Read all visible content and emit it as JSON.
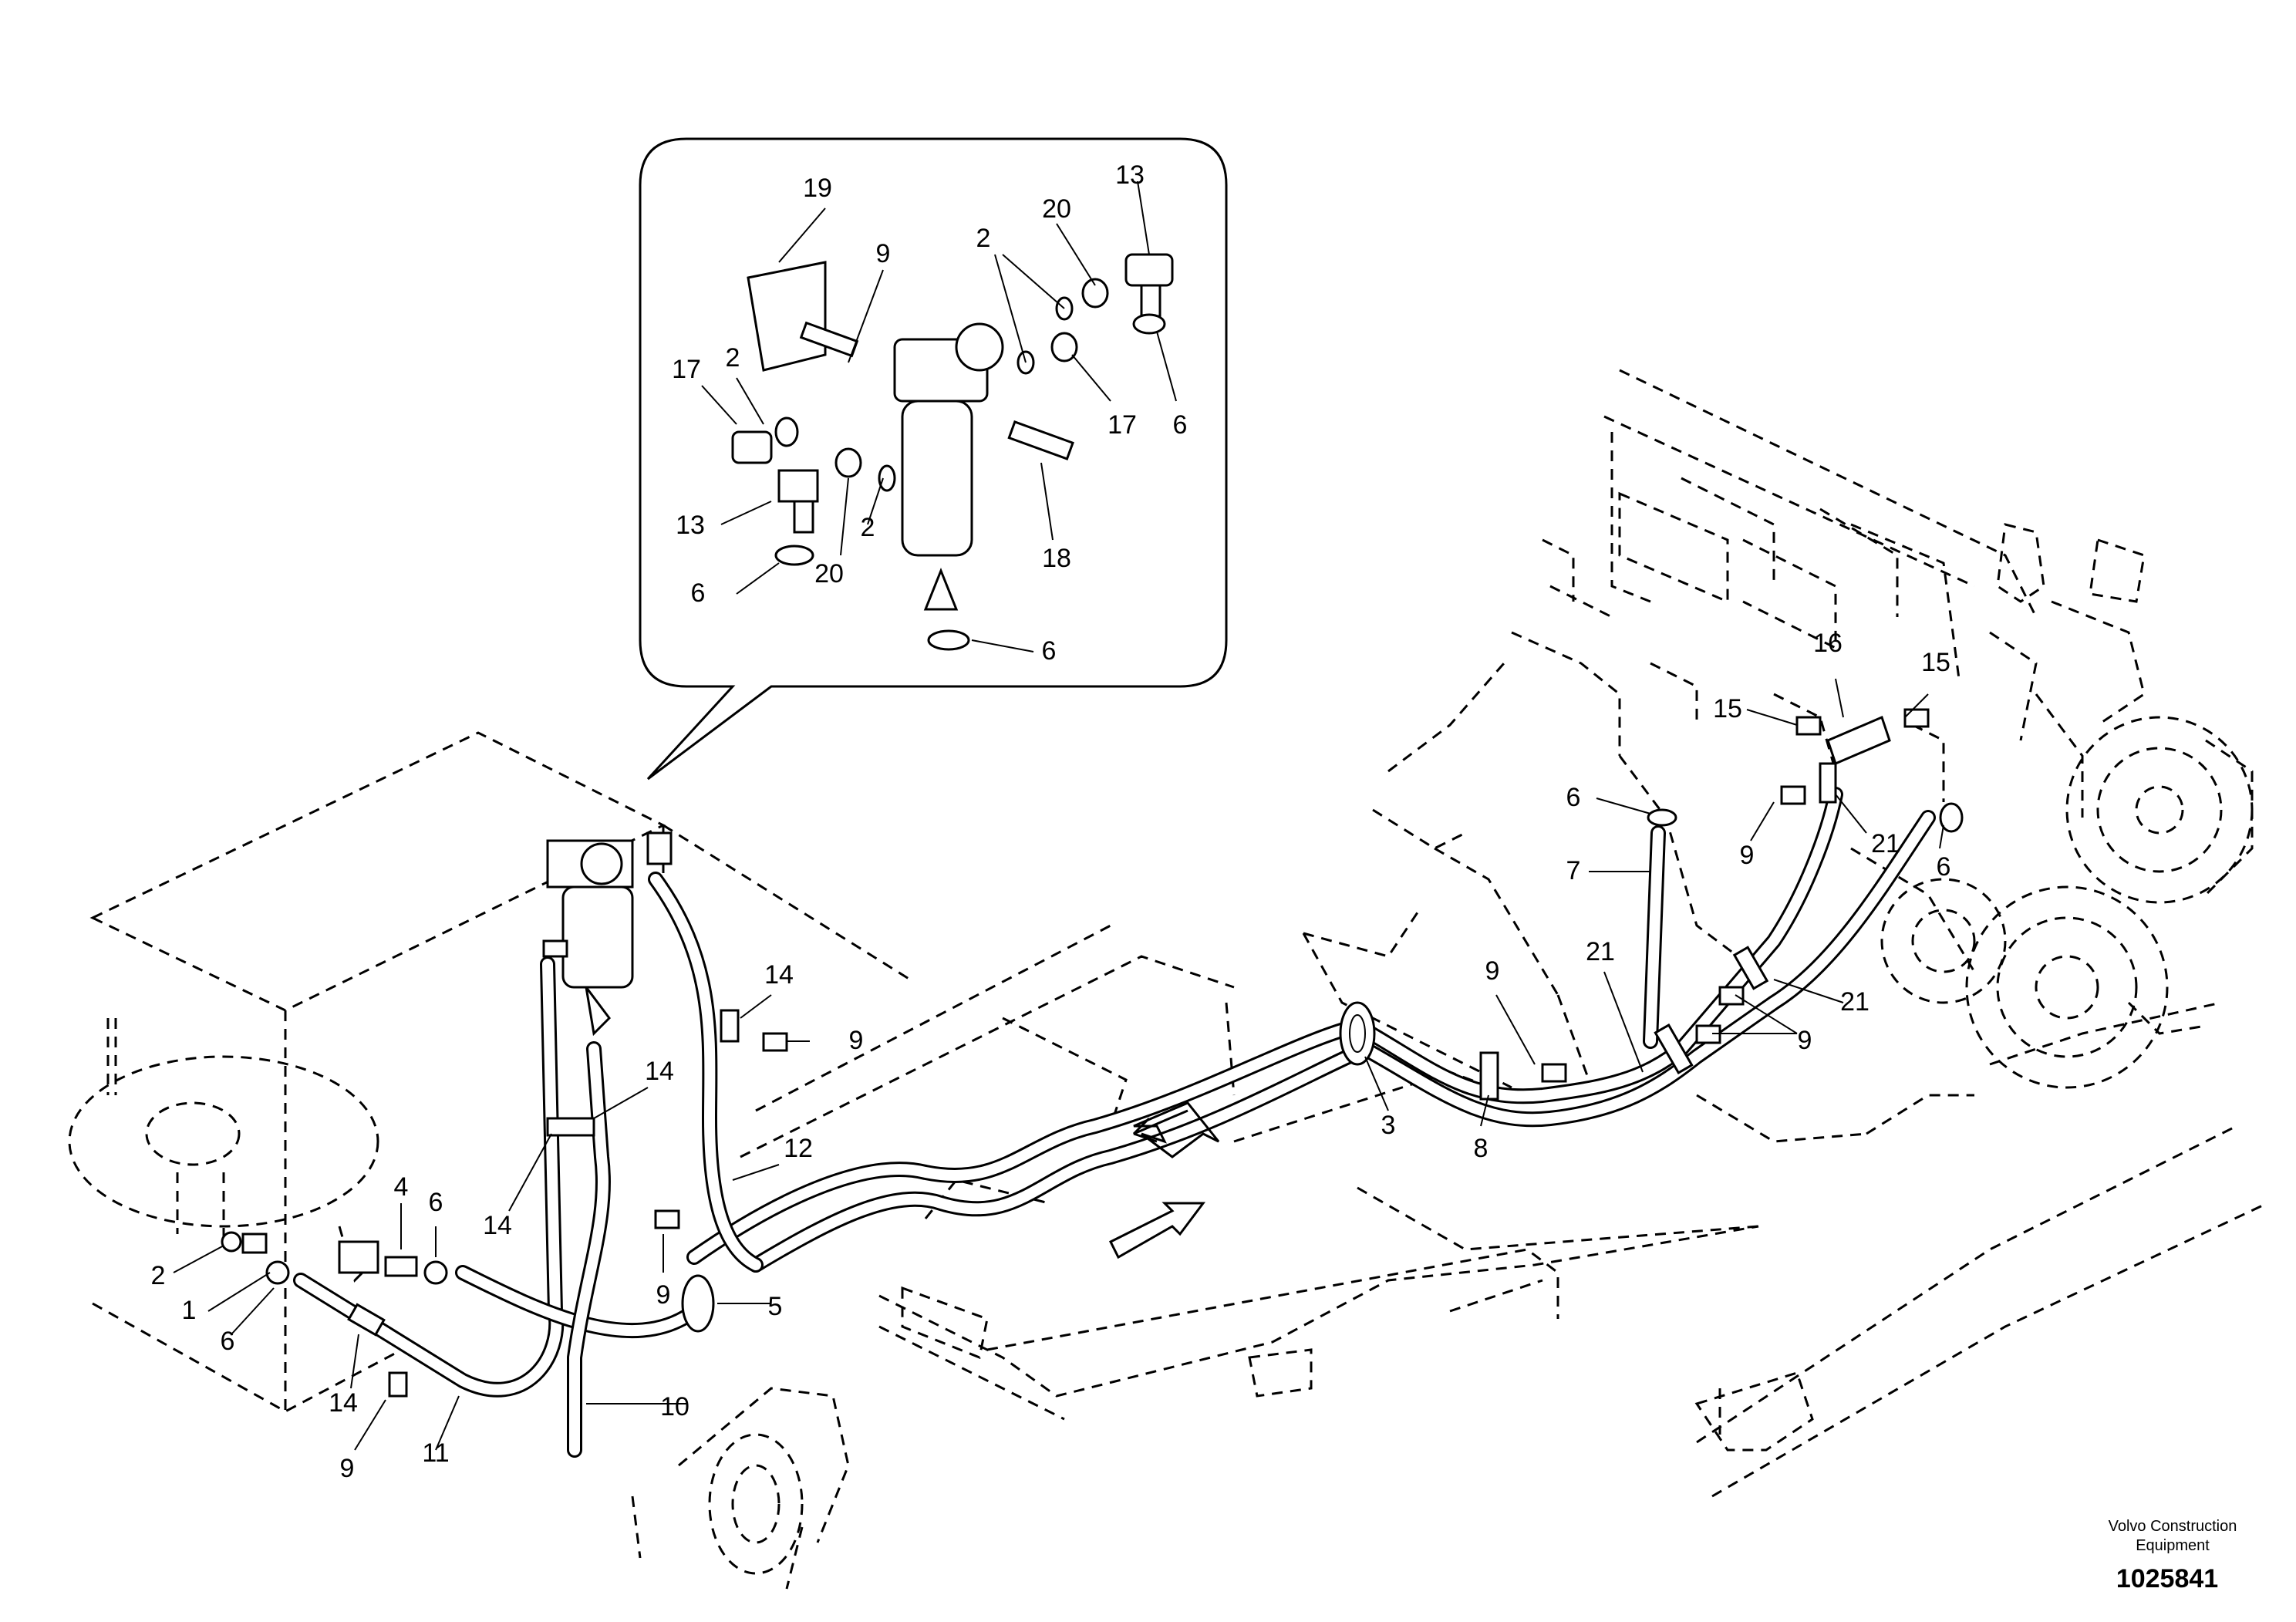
{
  "document": {
    "publisher": "Volvo Construction Equipment",
    "publisher_line1": "Volvo Construction",
    "publisher_line2": "Equipment",
    "figure_number": "1025841"
  },
  "detail_callouts": [
    {
      "id": "d19",
      "text": "19"
    },
    {
      "id": "d9",
      "text": "9"
    },
    {
      "id": "d2a",
      "text": "2"
    },
    {
      "id": "d17a",
      "text": "17"
    },
    {
      "id": "d13a",
      "text": "13"
    },
    {
      "id": "d6a",
      "text": "6"
    },
    {
      "id": "d20a",
      "text": "20"
    },
    {
      "id": "d2b",
      "text": "2"
    },
    {
      "id": "d2c",
      "text": "2"
    },
    {
      "id": "d20b",
      "text": "20"
    },
    {
      "id": "d13b",
      "text": "13"
    },
    {
      "id": "d17b",
      "text": "17"
    },
    {
      "id": "d6b",
      "text": "6"
    },
    {
      "id": "d18",
      "text": "18"
    },
    {
      "id": "d6c",
      "text": "6"
    }
  ],
  "main_callouts": [
    {
      "id": "m16",
      "text": "16"
    },
    {
      "id": "m15a",
      "text": "15"
    },
    {
      "id": "m15b",
      "text": "15"
    },
    {
      "id": "m6a",
      "text": "6"
    },
    {
      "id": "m7",
      "text": "7"
    },
    {
      "id": "m9a",
      "text": "9"
    },
    {
      "id": "m21a",
      "text": "21"
    },
    {
      "id": "m6b",
      "text": "6"
    },
    {
      "id": "m9b",
      "text": "9"
    },
    {
      "id": "m21b",
      "text": "21"
    },
    {
      "id": "m21c",
      "text": "21"
    },
    {
      "id": "m9c",
      "text": "9"
    },
    {
      "id": "m14a",
      "text": "14"
    },
    {
      "id": "m9d",
      "text": "9"
    },
    {
      "id": "m14b",
      "text": "14"
    },
    {
      "id": "m12",
      "text": "12"
    },
    {
      "id": "m3",
      "text": "3"
    },
    {
      "id": "m8",
      "text": "8"
    },
    {
      "id": "m14c",
      "text": "14"
    },
    {
      "id": "m4",
      "text": "4"
    },
    {
      "id": "m6c",
      "text": "6"
    },
    {
      "id": "m9e",
      "text": "9"
    },
    {
      "id": "m2",
      "text": "2"
    },
    {
      "id": "m1",
      "text": "1"
    },
    {
      "id": "m6d",
      "text": "6"
    },
    {
      "id": "m5",
      "text": "5"
    },
    {
      "id": "m14d",
      "text": "14"
    },
    {
      "id": "m10",
      "text": "10"
    },
    {
      "id": "m9f",
      "text": "9"
    },
    {
      "id": "m11",
      "text": "11"
    }
  ]
}
